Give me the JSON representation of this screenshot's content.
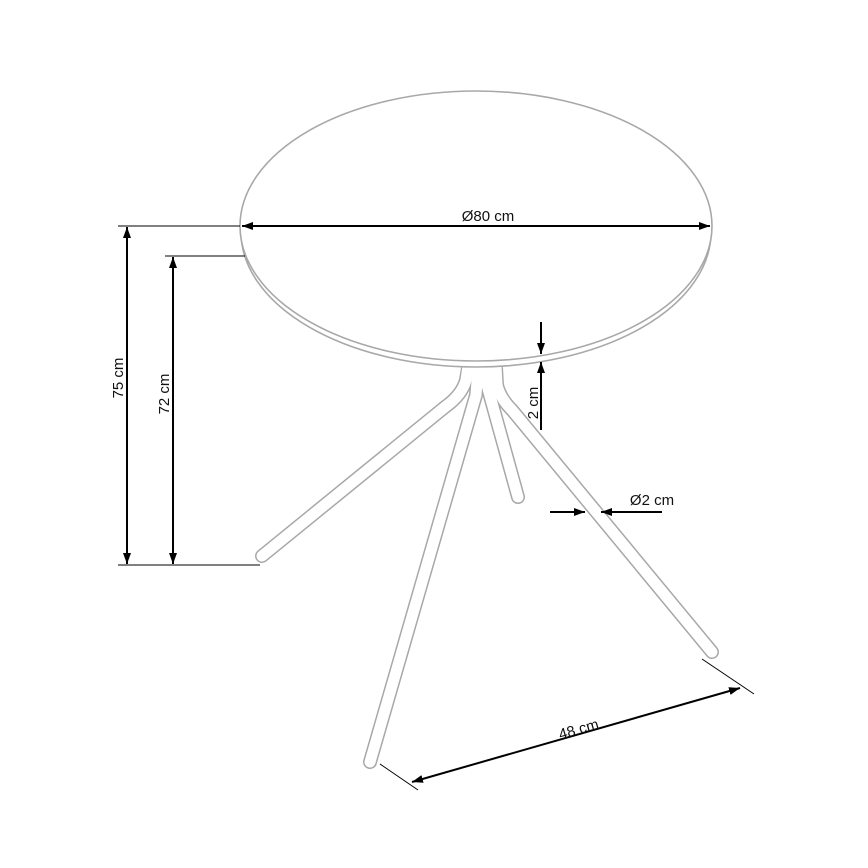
{
  "dimensions": {
    "top_diameter": "Ø80 cm",
    "total_height": "75 cm",
    "leg_height": "72 cm",
    "top_thickness": "2 cm",
    "leg_diameter": "Ø2 cm",
    "leg_span": "48 cm"
  },
  "colors": {
    "outline": "#a8a8a8",
    "dimension_lines": "#000000"
  }
}
